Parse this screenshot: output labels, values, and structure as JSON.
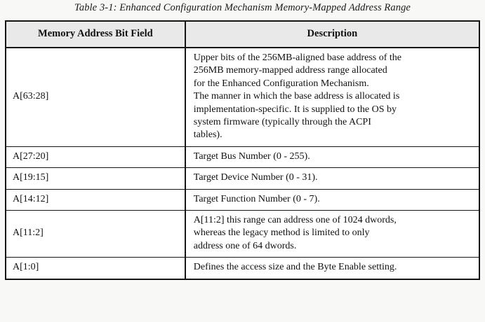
{
  "caption": "Table 3-1: Enhanced Configuration Mechanism Memory-Mapped Address Range",
  "table": {
    "headers": {
      "field": "Memory Address Bit Field",
      "description": "Description"
    },
    "rows": [
      {
        "field": "A[63:28]",
        "description_lines": [
          "Upper bits of the 256MB-aligned base address of the",
          "256MB memory-mapped address range allocated",
          "for the Enhanced Configuration Mechanism.",
          "The manner in which the base address is allocated is",
          "implementation-specific. It is supplied to the OS by",
          "system firmware (typically through the ACPI",
          "tables)."
        ]
      },
      {
        "field": "A[27:20]",
        "description_lines": [
          "Target Bus Number (0 - 255)."
        ]
      },
      {
        "field": "A[19:15]",
        "description_lines": [
          "Target Device Number (0 - 31)."
        ]
      },
      {
        "field": "A[14:12]",
        "description_lines": [
          "Target Function Number (0 - 7)."
        ]
      },
      {
        "field": "A[11:2]",
        "description_lines": [
          "A[11:2] this range can address one of 1024 dwords,",
          "whereas the legacy method is limited to only",
          "address one of 64 dwords."
        ]
      },
      {
        "field": "A[1:0]",
        "description_lines": [
          "Defines the access size and the Byte Enable setting."
        ]
      }
    ]
  },
  "colors": {
    "page_background": "#f8f8f6",
    "header_background": "#e9e9e9",
    "border": "#151515",
    "text": "#111111"
  }
}
